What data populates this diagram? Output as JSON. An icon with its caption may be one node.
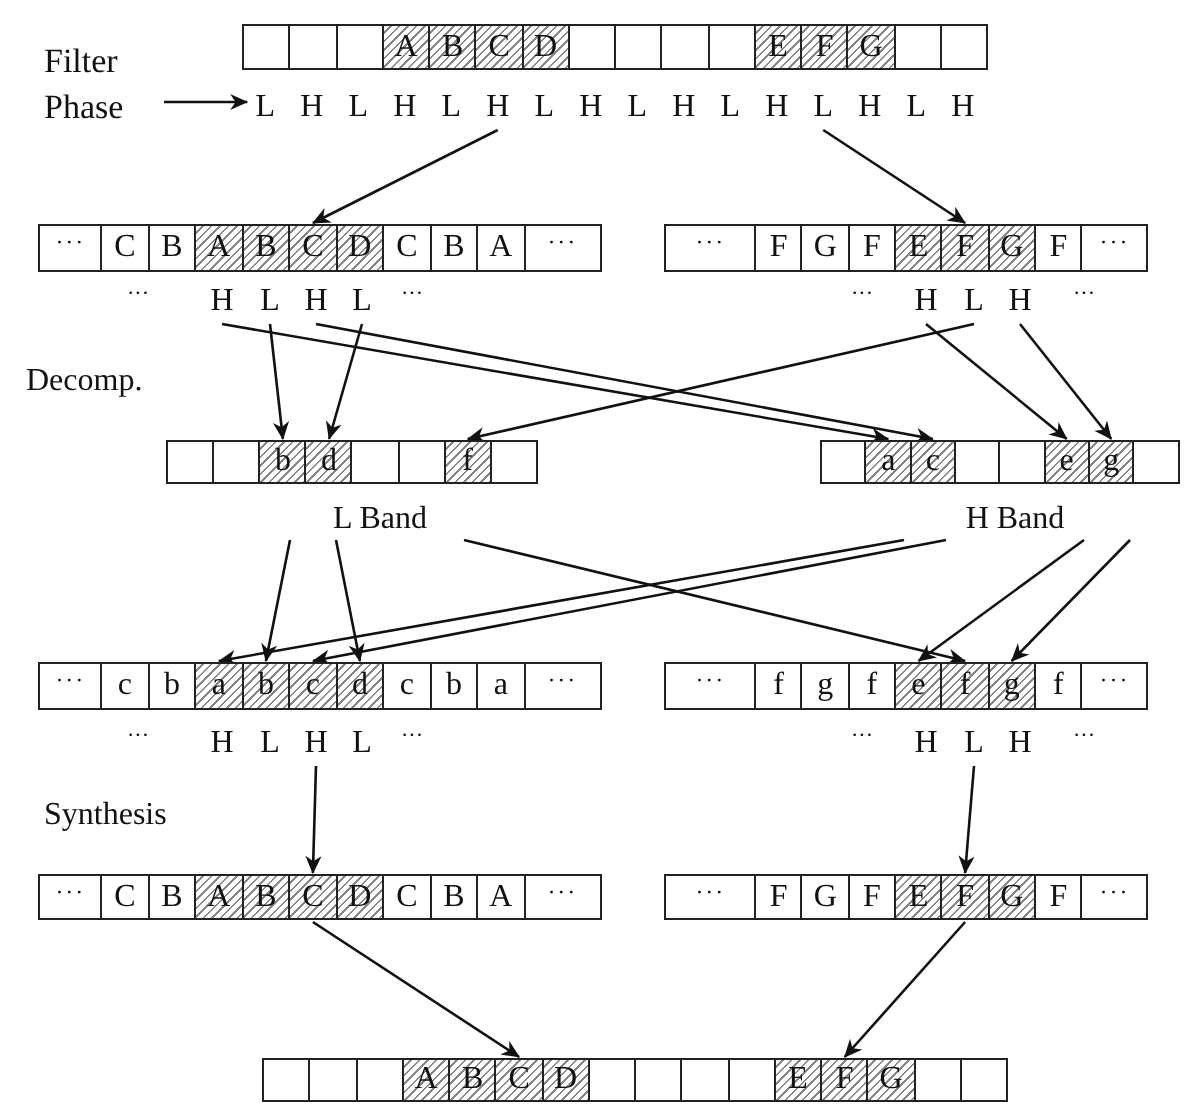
{
  "diagram": {
    "nodes": [
      {
        "text": [
          "Filter Phase"
        ]
      },
      {
        "text": [],
        "shape": "box"
      },
      {
        "text": [],
        "shape": "box"
      },
      {
        "text": [],
        "shape": "box"
      },
      {
        "text": [
          "A"
        ]
      },
      {
        "text": [
          "B"
        ]
      },
      {
        "text": [
          "C"
        ]
      },
      {
        "text": [
          "D"
        ]
      },
      {
        "text": [],
        "shape": "box"
      },
      {
        "text": [],
        "shape": "box"
      },
      {
        "text": [],
        "shape": "box"
      },
      {
        "text": [],
        "shape": "box"
      },
      {
        "text": [
          "E"
        ]
      },
      {
        "text": [
          "F"
        ]
      },
      {
        "text": [
          "G"
        ]
      },
      {
        "text": [],
        "shape": "box"
      },
      {
        "text": [],
        "shape": "box"
      },
      {
        "text": [
          "L"
        ]
      },
      {
        "text": [
          "H"
        ]
      },
      {
        "text": [
          "L"
        ]
      },
      {
        "text": [
          "H"
        ]
      },
      {
        "text": [
          "L"
        ]
      },
      {
        "text": [
          "H"
        ]
      },
      {
        "text": [
          "L"
        ]
      },
      {
        "text": [
          "H"
        ]
      },
      {
        "text": [
          "L"
        ]
      },
      {
        "text": [
          "H"
        ]
      },
      {
        "text": [
          "L"
        ]
      },
      {
        "text": [
          "H"
        ]
      },
      {
        "text": [
          "L"
        ]
      },
      {
        "text": [
          "H"
        ]
      },
      {
        "text": [
          "L"
        ]
      },
      {
        "text": [
          "H"
        ]
      },
      {
        "text": [
          "···"
        ]
      },
      {
        "text": [
          "C"
        ]
      },
      {
        "text": [
          "B"
        ]
      },
      {
        "text": [
          "A"
        ]
      },
      {
        "text": [
          "B"
        ]
      },
      {
        "text": [
          "C"
        ]
      },
      {
        "text": [
          "D"
        ]
      },
      {
        "text": [
          "C"
        ]
      },
      {
        "text": [
          "B"
        ]
      },
      {
        "text": [
          "A"
        ]
      },
      {
        "text": [
          "···"
        ]
      },
      {
        "text": [
          "···"
        ]
      },
      {
        "text": [
          "F"
        ]
      },
      {
        "text": [
          "G"
        ]
      },
      {
        "text": [
          "F"
        ]
      },
      {
        "text": [
          "E"
        ]
      },
      {
        "text": [
          "F"
        ]
      },
      {
        "text": [
          "G"
        ]
      },
      {
        "text": [
          "F"
        ]
      },
      {
        "text": [
          "···"
        ]
      },
      {
        "text": [
          "H"
        ]
      },
      {
        "text": [
          "L"
        ]
      },
      {
        "text": [
          "H"
        ]
      },
      {
        "text": [
          "L"
        ]
      },
      {
        "text": [
          "H"
        ]
      },
      {
        "text": [
          "L"
        ]
      },
      {
        "text": [
          "H"
        ]
      },
      {
        "text": [],
        "shape": "box"
      },
      {
        "text": [],
        "shape": "box"
      },
      {
        "text": [
          "b"
        ]
      },
      {
        "text": [
          "d"
        ]
      },
      {
        "text": [],
        "shape": "box"
      },
      {
        "text": [],
        "shape": "box"
      },
      {
        "text": [
          "f"
        ]
      },
      {
        "text": [],
        "shape": "box"
      },
      {
        "text": [],
        "shape": "box"
      },
      {
        "text": [
          "a"
        ]
      },
      {
        "text": [
          "c"
        ]
      },
      {
        "text": [],
        "shape": "box"
      },
      {
        "text": [],
        "shape": "box"
      },
      {
        "text": [
          "e"
        ]
      },
      {
        "text": [
          "g"
        ]
      },
      {
        "text": [],
        "shape": "box"
      },
      {
        "text": [
          "L Band"
        ]
      },
      {
        "text": [
          "H Band"
        ]
      },
      {
        "text": [
          "···"
        ]
      },
      {
        "text": [
          "c"
        ]
      },
      {
        "text": [
          "b"
        ]
      },
      {
        "text": [
          "a"
        ]
      },
      {
        "text": [
          "b"
        ]
      },
      {
        "text": [
          "c"
        ]
      },
      {
        "text": [
          "d"
        ]
      },
      {
        "text": [
          "c"
        ]
      },
      {
        "text": [
          "b"
        ]
      },
      {
        "text": [
          "a"
        ]
      },
      {
        "text": [
          "···"
        ]
      },
      {
        "text": [
          "···"
        ]
      },
      {
        "text": [
          "f"
        ]
      },
      {
        "text": [
          "g"
        ]
      },
      {
        "text": [
          "f"
        ]
      },
      {
        "text": [
          "e"
        ]
      },
      {
        "text": [
          "f"
        ]
      },
      {
        "text": [
          "g"
        ]
      },
      {
        "text": [
          "f"
        ]
      },
      {
        "text": [
          "···"
        ]
      },
      {
        "text": [
          "H"
        ]
      },
      {
        "text": [
          "L"
        ]
      },
      {
        "text": [
          "H"
        ]
      },
      {
        "text": [
          "L"
        ]
      },
      {
        "text": [
          "H"
        ]
      },
      {
        "text": [
          "L"
        ]
      },
      {
        "text": [
          "H"
        ]
      },
      {
        "text": [
          "···"
        ]
      },
      {
        "text": [
          "C"
        ]
      },
      {
        "text": [
          "B"
        ]
      },
      {
        "text": [
          "A"
        ]
      },
      {
        "text": [
          "B"
        ]
      },
      {
        "text": [
          "C"
        ]
      },
      {
        "text": [
          "D"
        ]
      },
      {
        "text": [
          "C"
        ]
      },
      {
        "text": [
          "B"
        ]
      },
      {
        "text": [
          "A"
        ]
      },
      {
        "text": [
          "···"
        ]
      },
      {
        "text": [
          "···"
        ]
      },
      {
        "text": [
          "F"
        ]
      },
      {
        "text": [
          "G"
        ]
      },
      {
        "text": [
          "F"
        ]
      },
      {
        "text": [
          "E"
        ]
      },
      {
        "text": [
          "F"
        ]
      },
      {
        "text": [
          "G"
        ]
      },
      {
        "text": [
          "F"
        ]
      },
      {
        "text": [
          "···"
        ]
      },
      {
        "text": [],
        "shape": "box"
      },
      {
        "text": [],
        "shape": "box"
      },
      {
        "text": [],
        "shape": "box"
      },
      {
        "text": [
          "A"
        ]
      },
      {
        "text": [
          "B"
        ]
      },
      {
        "text": [
          "C"
        ]
      },
      {
        "text": [
          "D"
        ]
      },
      {
        "text": [],
        "shape": "box"
      },
      {
        "text": [],
        "shape": "box"
      },
      {
        "text": [],
        "shape": "box"
      },
      {
        "text": [],
        "shape": "box"
      },
      {
        "text": [
          "E"
        ]
      },
      {
        "text": [
          "F"
        ]
      },
      {
        "text": [
          "G"
        ]
      },
      {
        "text": [],
        "shape": "box"
      },
      {
        "text": [],
        "shape": "box"
      }
    ],
    "edges": [
      {
        "from": 0,
        "to": 17,
        "arrow": "to"
      },
      {
        "from": 22,
        "to": 38,
        "arrow": "to"
      },
      {
        "from": 29,
        "to": 49,
        "arrow": "to"
      },
      {
        "from": 53,
        "to": 69,
        "arrow": "to"
      },
      {
        "from": 54,
        "to": 62,
        "arrow": "to"
      },
      {
        "from": 55,
        "to": 70,
        "arrow": "to"
      },
      {
        "from": 56,
        "to": 63,
        "arrow": "to"
      },
      {
        "from": 57,
        "to": 73,
        "arrow": "to"
      },
      {
        "from": 58,
        "to": 66,
        "arrow": "to"
      },
      {
        "from": 59,
        "to": 74,
        "arrow": "to"
      },
      {
        "from": 76,
        "to": 82,
        "arrow": "to"
      },
      {
        "from": 76,
        "to": 84,
        "arrow": "to"
      },
      {
        "from": 76,
        "to": 94,
        "arrow": "to"
      },
      {
        "from": 77,
        "to": 81,
        "arrow": "to"
      },
      {
        "from": 77,
        "to": 83,
        "arrow": "to"
      },
      {
        "from": 77,
        "to": 93,
        "arrow": "to"
      },
      {
        "from": 77,
        "to": 95,
        "arrow": "to"
      },
      {
        "from": 100,
        "to": 110,
        "arrow": "to"
      },
      {
        "from": 103,
        "to": 121,
        "arrow": "to"
      },
      {
        "from": 110,
        "to": 130,
        "arrow": "to"
      },
      {
        "from": 121,
        "to": 137,
        "arrow": "to"
      }
    ],
    "labels": [
      "···",
      "···",
      "···",
      "···",
      "Decomp.",
      "···",
      "···",
      "···",
      "···",
      "Synthesis"
    ]
  }
}
